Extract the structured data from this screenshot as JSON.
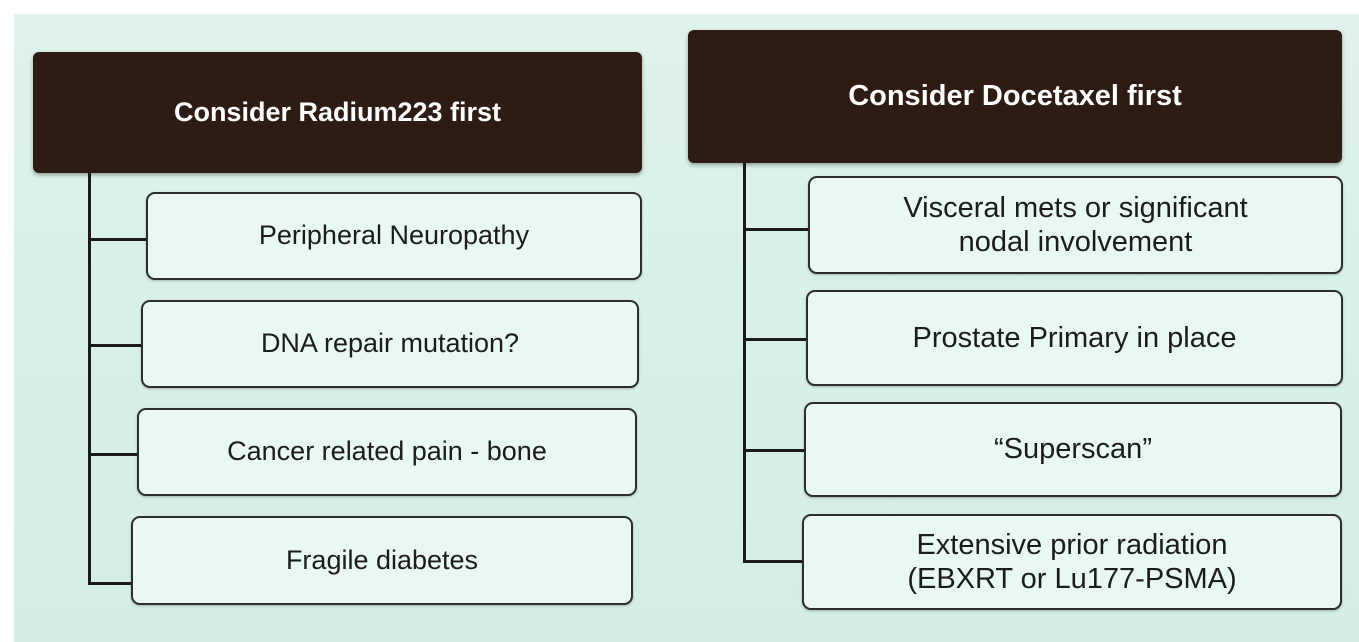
{
  "left_column": {
    "header": "Consider Radium223 first",
    "items": [
      "Peripheral Neuropathy",
      "DNA repair mutation?",
      "Cancer related pain - bone",
      "Fragile diabetes"
    ]
  },
  "right_column": {
    "header": "Consider Docetaxel first",
    "items": [
      {
        "line1": "Visceral mets or significant",
        "line2": "nodal involvement"
      },
      {
        "line1": "Prostate Primary in place"
      },
      {
        "line1": "“Superscan”"
      },
      {
        "line1": "Extensive prior radiation",
        "line2": "(EBXRT or Lu177-PSMA)"
      }
    ]
  },
  "colors": {
    "background": "#d8f1e8",
    "header_fill": "#2e1c14",
    "header_text": "#ffffff",
    "box_fill": "#e9f8f3",
    "box_border": "#2d2d2d",
    "connector": "#1a1a1a"
  }
}
